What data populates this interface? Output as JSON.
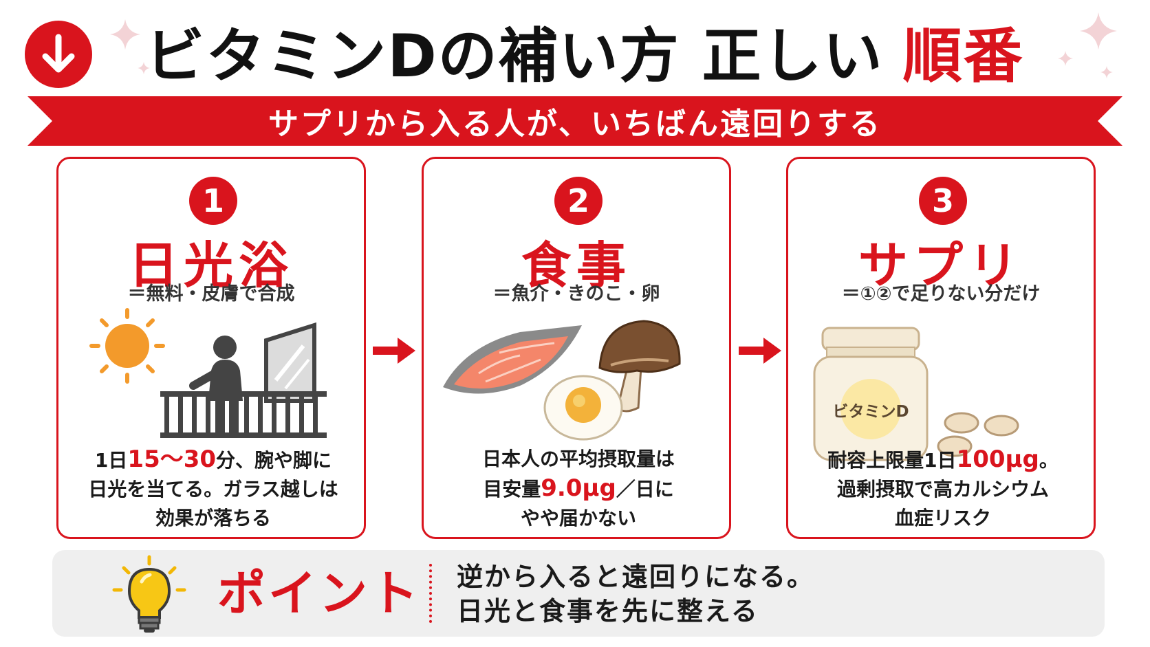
{
  "header": {
    "title_main": "ビタミンDの補い方 正しい",
    "title_accent": "順番",
    "banner": "サプリから入る人が、いちばん遠回りする"
  },
  "steps": [
    {
      "number": "1",
      "title": "日光浴",
      "subtitle": "＝無料・皮膚で合成",
      "desc": {
        "before": "1日",
        "highlight": "15～30",
        "after": "分、腕や脚に",
        "line2": "日光を当てる。ガラス越しは",
        "line3": "効果が落ちる"
      }
    },
    {
      "number": "2",
      "title": "食事",
      "subtitle": "＝魚介・きのこ・卵",
      "desc": {
        "line1": "日本人の平均摂取量は",
        "before": "目安量",
        "highlight": "9.0μg",
        "after": "／日に",
        "line3": "やや届かない"
      }
    },
    {
      "number": "3",
      "title": "サプリ",
      "subtitle": "＝①②で足りない分だけ",
      "bottle_label": "ビタミンD",
      "desc": {
        "before": "耐容上限量1日",
        "highlight": "100μg",
        "after": "。",
        "line2": "過剰摂取で高カルシウム",
        "line3": "血症リスク"
      }
    }
  ],
  "point": {
    "label": "ポイント",
    "line1": "逆から入ると遠回りになる。",
    "line2": "日光と食事を先に整える"
  },
  "colors": {
    "accent": "#d9141d",
    "sun": "#f39a2b",
    "point_bg": "#efefef"
  },
  "icons": [
    "down-arrow-icon",
    "sparkle-icon",
    "sun-icon",
    "person-balcony-icon",
    "salmon-icon",
    "mushroom-icon",
    "egg-icon",
    "supplement-bottle-icon",
    "tablet-icon",
    "right-arrow-icon",
    "lightbulb-icon"
  ]
}
